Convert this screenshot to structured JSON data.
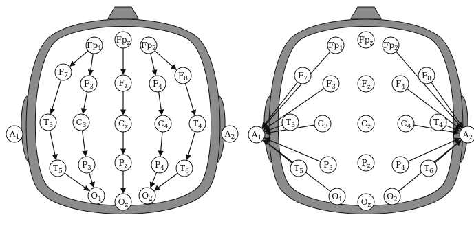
{
  "colors": {
    "head_fill": "#8c8c8c",
    "head_inner": "#ffffff",
    "ear_fill": "#8c8c8c",
    "electrode_fill": "#ffffff",
    "line": "#111111"
  },
  "electrodes": {
    "Fp1": {
      "main": "Fp",
      "sub": "1"
    },
    "Fpz": {
      "main": "Fp",
      "sub": "z"
    },
    "Fp2": {
      "main": "Fp",
      "sub": "2"
    },
    "F7": {
      "main": "F",
      "sub": "7"
    },
    "F3": {
      "main": "F",
      "sub": "3"
    },
    "Fz": {
      "main": "F",
      "sub": "z"
    },
    "F4": {
      "main": "F",
      "sub": "4"
    },
    "F8": {
      "main": "F",
      "sub": "8"
    },
    "T3": {
      "main": "T",
      "sub": "3"
    },
    "C3": {
      "main": "C",
      "sub": "3"
    },
    "Cz": {
      "main": "C",
      "sub": "z"
    },
    "C4": {
      "main": "C",
      "sub": "4"
    },
    "T4": {
      "main": "T",
      "sub": "4"
    },
    "T5": {
      "main": "T",
      "sub": "5"
    },
    "P3": {
      "main": "P",
      "sub": "3"
    },
    "Pz": {
      "main": "P",
      "sub": "z"
    },
    "P4": {
      "main": "P",
      "sub": "4"
    },
    "T6": {
      "main": "T",
      "sub": "6"
    },
    "O1": {
      "main": "O",
      "sub": "1"
    },
    "Oz": {
      "main": "O",
      "sub": "z"
    },
    "O2": {
      "main": "O",
      "sub": "2"
    },
    "A1": {
      "main": "A",
      "sub": "1"
    },
    "A2": {
      "main": "A",
      "sub": "2"
    }
  },
  "left_montage": {
    "connections": [
      [
        "Fp1",
        "F7"
      ],
      [
        "F7",
        "T3"
      ],
      [
        "T3",
        "T5"
      ],
      [
        "T5",
        "O1"
      ],
      [
        "Fp1",
        "F3"
      ],
      [
        "F3",
        "C3"
      ],
      [
        "C3",
        "P3"
      ],
      [
        "P3",
        "O1"
      ],
      [
        "Fpz",
        "Fz"
      ],
      [
        "Fz",
        "Cz"
      ],
      [
        "Cz",
        "Pz"
      ],
      [
        "Pz",
        "Oz"
      ],
      [
        "Fp2",
        "F4"
      ],
      [
        "F4",
        "C4"
      ],
      [
        "C4",
        "P4"
      ],
      [
        "P4",
        "O2"
      ],
      [
        "Fp2",
        "F8"
      ],
      [
        "F8",
        "T4"
      ],
      [
        "T4",
        "T6"
      ],
      [
        "T6",
        "O2"
      ]
    ]
  },
  "right_montage": {
    "connections": [
      [
        "Fp1",
        "A1"
      ],
      [
        "F7",
        "A1"
      ],
      [
        "F3",
        "A1"
      ],
      [
        "T3",
        "A1"
      ],
      [
        "C3",
        "A1"
      ],
      [
        "T5",
        "A1"
      ],
      [
        "P3",
        "A1"
      ],
      [
        "O1",
        "A1"
      ],
      [
        "Fp2",
        "A2"
      ],
      [
        "F8",
        "A2"
      ],
      [
        "F4",
        "A2"
      ],
      [
        "T4",
        "A2"
      ],
      [
        "C4",
        "A2"
      ],
      [
        "T6",
        "A2"
      ],
      [
        "P4",
        "A2"
      ],
      [
        "O2",
        "A2"
      ]
    ]
  }
}
